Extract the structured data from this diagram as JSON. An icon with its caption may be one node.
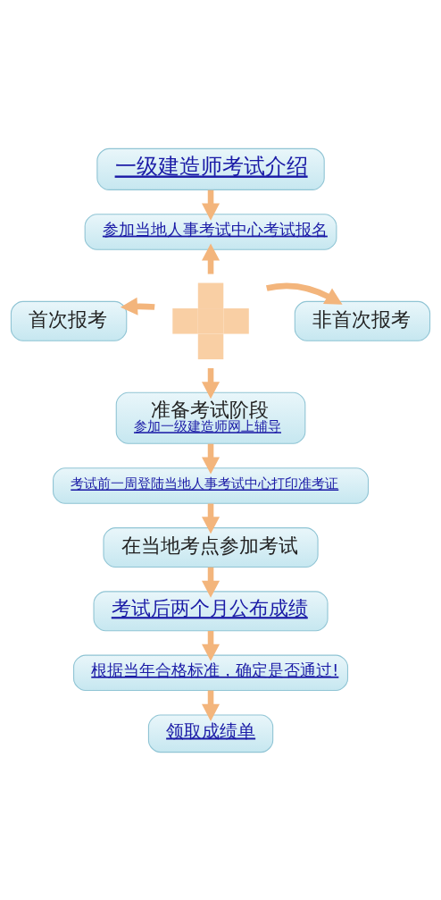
{
  "diagram": {
    "nodes": [
      {
        "text": [
          "一级建造师考试介绍"
        ]
      },
      {
        "text": [
          "参加当地人事考试中心考试报名"
        ]
      },
      {
        "text": [
          "首次报考"
        ]
      },
      {
        "text": [],
        "shape": "cross"
      },
      {
        "text": [
          "非首次报考"
        ]
      },
      {
        "text": [
          "准备考试阶段",
          "参加一级建造师网上辅导"
        ]
      },
      {
        "text": [
          "考试前一周登陆当地人事考试中心打印准考证"
        ]
      },
      {
        "text": [
          "在当地考点参加考试"
        ]
      },
      {
        "text": [
          "考试后两个月公布成绩"
        ]
      },
      {
        "text": [
          "根据当年合格标准，确定是否通过!"
        ]
      },
      {
        "text": [
          "领取成绩单"
        ]
      }
    ],
    "edges": [
      {
        "from": 0,
        "to": 1,
        "arrow": "to"
      },
      {
        "from": 3,
        "to": 1,
        "arrow": "to"
      },
      {
        "from": 3,
        "to": 2,
        "arrow": "to"
      },
      {
        "from": 3,
        "to": 4,
        "arrow": "to"
      },
      {
        "from": 3,
        "to": 5,
        "arrow": "to"
      },
      {
        "from": 5,
        "to": 6,
        "arrow": "to"
      },
      {
        "from": 6,
        "to": 7,
        "arrow": "to"
      },
      {
        "from": 7,
        "to": 8,
        "arrow": "to"
      },
      {
        "from": 8,
        "to": 9,
        "arrow": "to"
      },
      {
        "from": 9,
        "to": 10,
        "arrow": "to"
      }
    ]
  }
}
